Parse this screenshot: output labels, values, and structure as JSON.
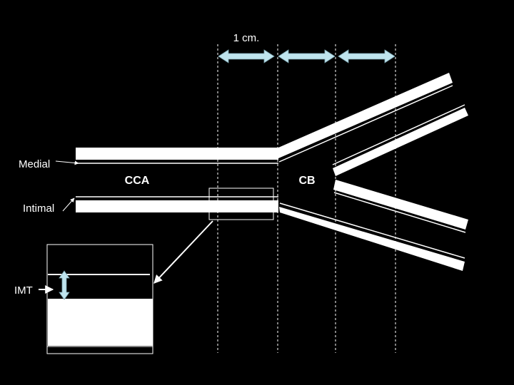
{
  "diagram": {
    "scale_label": "1 cm.",
    "labels": {
      "medial": "Medial",
      "intimal": "Intimal",
      "cca": "CCA",
      "cb": "CB",
      "imt": "IMT"
    },
    "colors": {
      "background": "#000000",
      "vessel_wall": "#ffffff",
      "arrow_fill": "#bfe4ee"
    }
  }
}
